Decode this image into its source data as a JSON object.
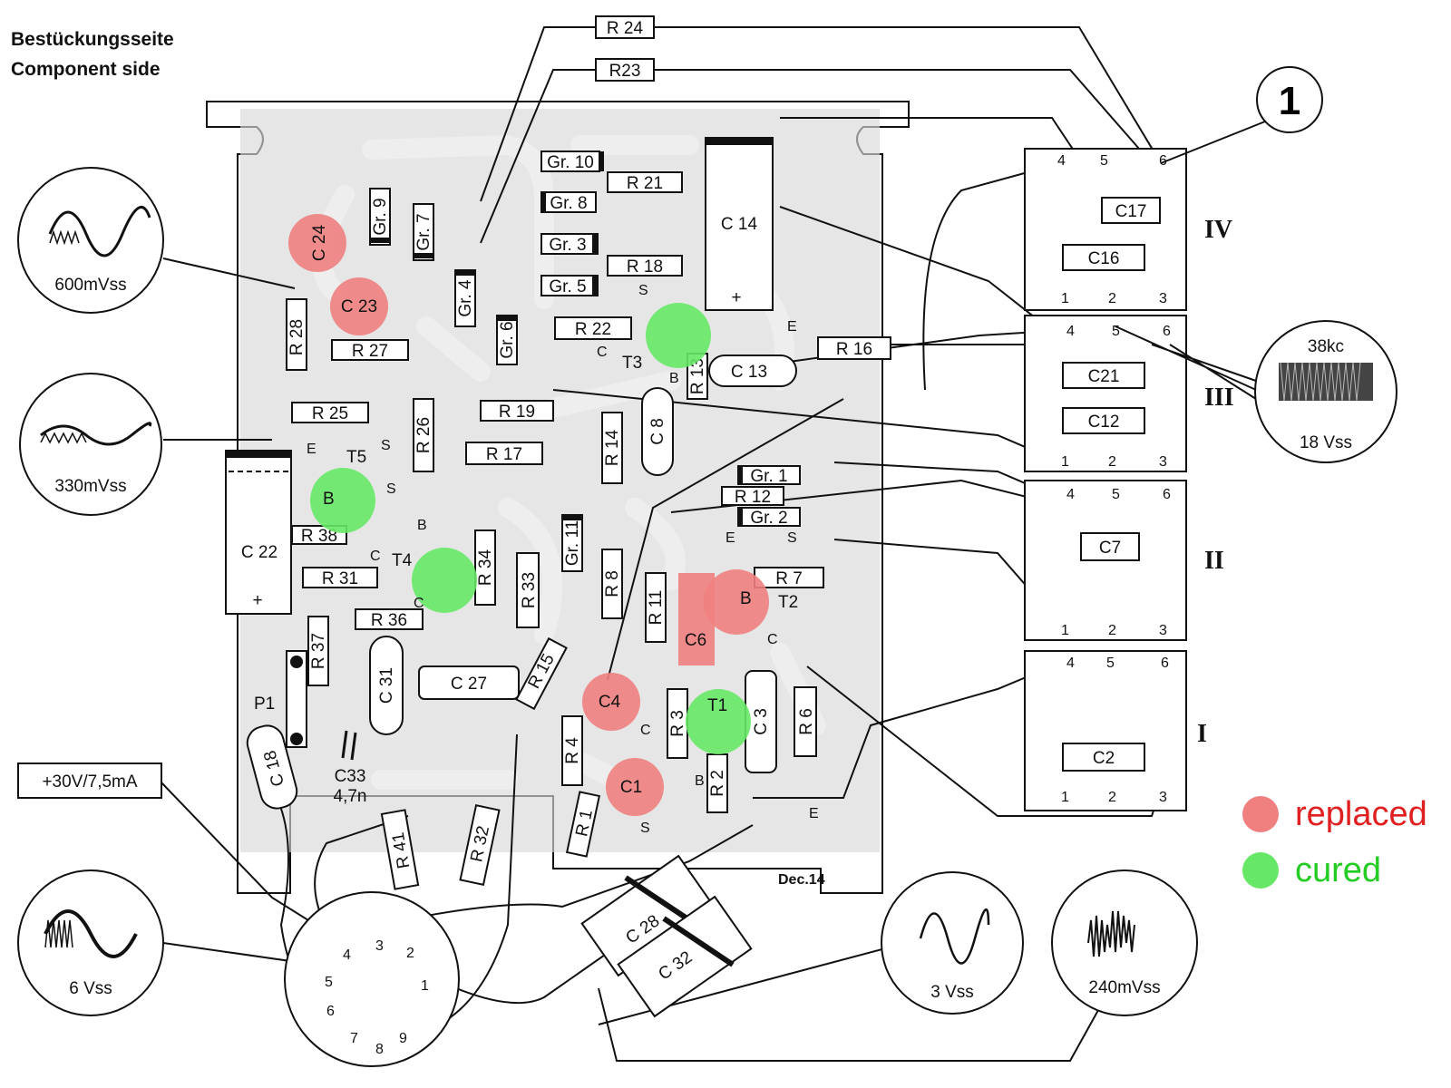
{
  "title": {
    "line1": "Bestückungsseite",
    "line2": "Component side"
  },
  "marker": "1",
  "date_code": "Dec.14",
  "supply_label": "+30V/7,5mA",
  "scope_traces": [
    {
      "id": "trace-600",
      "label": "600mVss"
    },
    {
      "id": "trace-330",
      "label": "330mVss"
    },
    {
      "id": "trace-6",
      "label": "6 Vss"
    },
    {
      "id": "trace-3",
      "label": "3 Vss"
    },
    {
      "id": "trace-240",
      "label": "240mVss"
    },
    {
      "id": "trace-38kc",
      "label_top": "38kc",
      "label": "18 Vss"
    }
  ],
  "filter_cans": [
    {
      "roman": "IV",
      "caps": [
        "C17",
        "C16"
      ],
      "pins_top": [
        "4",
        "5",
        "6"
      ],
      "pins_bottom": [
        "1",
        "2",
        "3"
      ]
    },
    {
      "roman": "III",
      "caps": [
        "C21",
        "C12"
      ],
      "pins_top": [
        "4",
        "5",
        "6"
      ],
      "pins_bottom": [
        "1",
        "2",
        "3"
      ]
    },
    {
      "roman": "II",
      "caps": [
        "C7"
      ],
      "pins_top": [
        "4",
        "5",
        "6"
      ],
      "pins_bottom": [
        "1",
        "2",
        "3"
      ]
    },
    {
      "roman": "I",
      "caps": [
        "C2"
      ],
      "pins_top": [
        "4",
        "5",
        "6"
      ],
      "pins_bottom": [
        "1",
        "2",
        "3"
      ]
    }
  ],
  "resistors": [
    "R 24",
    "R23",
    "R 21",
    "R 18",
    "R 22",
    "R 16",
    "R 27",
    "R 28",
    "R 25",
    "R 26",
    "R 19",
    "R 17",
    "R 14",
    "R 12",
    "R 7",
    "R 38",
    "R 31",
    "R 36",
    "R 34",
    "R 33",
    "R 8",
    "R 11",
    "R 37",
    "R 15",
    "R 4",
    "R 3",
    "R 2",
    "R 6",
    "R 1",
    "R 13",
    "R 41",
    "R 32"
  ],
  "diodes": [
    "Gr. 10",
    "Gr. 8",
    "Gr. 3",
    "Gr. 5",
    "Gr. 9",
    "Gr. 7",
    "Gr. 4",
    "Gr. 6",
    "Gr. 1",
    "Gr. 2",
    "Gr. 11"
  ],
  "capacitors": [
    "C 14",
    "C 13",
    "C 8",
    "C 22",
    "C 31",
    "C 27",
    "C 3",
    "C 18",
    "C 28",
    "C 32"
  ],
  "c33": {
    "name": "C33",
    "value": "4,7n"
  },
  "pot": "P1",
  "transistors": [
    {
      "name": "T5",
      "status": "cured"
    },
    {
      "name": "T4",
      "status": "cured"
    },
    {
      "name": "T3",
      "status": "cured"
    },
    {
      "name": "T1",
      "status": "cured"
    },
    {
      "name": "T2",
      "status": "replaced"
    }
  ],
  "electrolytics": [
    {
      "name": "C 24",
      "status": "replaced"
    },
    {
      "name": "C 23",
      "status": "replaced"
    },
    {
      "name": "C4",
      "status": "replaced"
    },
    {
      "name": "C1",
      "status": "replaced"
    },
    {
      "name": "C6",
      "status": "replaced"
    }
  ],
  "pin_letters": {
    "e": "E",
    "b": "B",
    "c": "C",
    "s": "S"
  },
  "connector_pins": [
    "1",
    "2",
    "3",
    "4",
    "5",
    "6",
    "7",
    "8",
    "9"
  ],
  "legend": [
    {
      "label": "replaced",
      "color": "#f08080"
    },
    {
      "label": "cured",
      "color": "#66e866"
    }
  ],
  "colors": {
    "replaced": "#f08080",
    "cured": "#66e866",
    "replaced_text": "#e02020",
    "cured_text": "#22cc22"
  }
}
